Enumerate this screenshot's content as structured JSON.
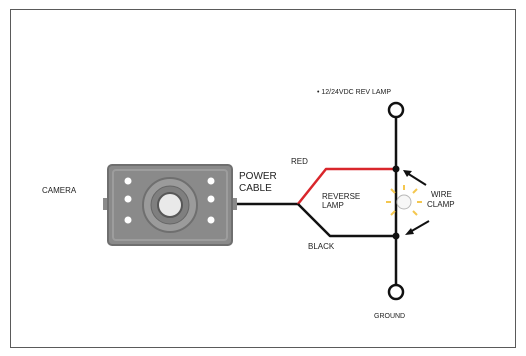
{
  "labels": {
    "camera": "CAMERA",
    "power_cable_line1": "POWER",
    "power_cable_line2": "CABLE",
    "red": "RED",
    "black": "BLACK",
    "reverse_lamp_line1": "REVERSE",
    "reverse_lamp_line2": "LAMP",
    "rev_lamp_supply": "• 12/24VDC REV LAMP",
    "ground": "GROUND",
    "wire_clamp_line1": "WIRE",
    "wire_clamp_line2": "CLAMP"
  },
  "colors": {
    "red_wire": "#d9262b",
    "black_wire": "#111111",
    "camera_body": "#8a8a8a",
    "frame": "#5a5a5a"
  }
}
